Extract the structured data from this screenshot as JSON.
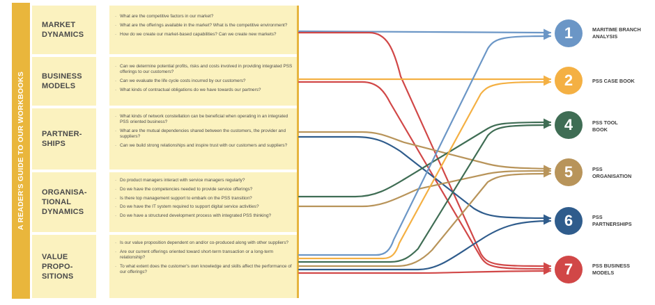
{
  "vertical_title": "A READER'S GUIDE TO OUR WORKBOOKS",
  "colors": {
    "band": "#e9b63c",
    "panel": "#fbf2bf",
    "wb1": "#6b96c6",
    "wb2": "#f4b043",
    "wb4": "#3f6d54",
    "wb5": "#b8945a",
    "wb6": "#2f5c8c",
    "wb7": "#d14747"
  },
  "sections": [
    {
      "label": "MARKET\nDYNAMICS",
      "questions": [
        "What are the competitive factors in our market?",
        "What are the offerings available in the market? What is the competitive environment?",
        "How do we create our market-based capabilities? Can we create new markets?"
      ]
    },
    {
      "label": "BUSINESS\nMODELS",
      "questions": [
        "Can we determine potential profits, risks and costs involved in providing integrated PSS offerings to our customers?",
        "Can we evaluate the life cycle costs incurred by our customers?",
        "What kinds of contractual obligations do we have towards our partners?"
      ]
    },
    {
      "label": "PARTNER-\nSHIPS",
      "questions": [
        "What kinds of network constellation can be beneficial when operating in an integrated PSS oriented business?",
        "What are the mutual dependencies shared between the customers, the provider and suppliers?",
        "Can we build strong relationships and inspire trust with our customers and suppliers?"
      ]
    },
    {
      "label": "ORGANISA-\nTIONAL\nDYNAMICS",
      "questions": [
        "Do product managers interact with service managers regularly?",
        "Do we have the competencies needed to provide service offerings?",
        "Is there top management support to embark on the PSS transition?",
        "Do we have the IT system required to support digital service activities?",
        "Do we have a structured development process with integrated PSS thinking?"
      ]
    },
    {
      "label": "VALUE\nPROPO-\nSITIONS",
      "questions": [
        "Is our value proposition dependent on and/or co-produced along with other suppliers?",
        "Are our current offerings oriented toward short-term transaction or a long-term relationship?",
        "To what extent does the customer's own knowledge and skills affect the performance of our offerings?"
      ]
    }
  ],
  "workbooks": [
    {
      "number": "1",
      "label": "MARITIME BRANCH\nANALYSIS",
      "color": "#6b96c6"
    },
    {
      "number": "2",
      "label": "PSS CASE BOOK",
      "color": "#f4b043"
    },
    {
      "number": "4",
      "label": "PSS TOOL\nBOOK",
      "color": "#3f6d54"
    },
    {
      "number": "5",
      "label": "PSS\nORGANISATION",
      "color": "#b8945a"
    },
    {
      "number": "6",
      "label": "PSS\nPARTNERSHIPS",
      "color": "#2f5c8c"
    },
    {
      "number": "7",
      "label": "PSS BUSINESS\nMODELS",
      "color": "#d14747"
    }
  ],
  "connections": [
    {
      "section": "MARKET DYNAMICS",
      "workbook": "1"
    },
    {
      "section": "MARKET DYNAMICS",
      "workbook": "7"
    },
    {
      "section": "BUSINESS MODELS",
      "workbook": "2"
    },
    {
      "section": "BUSINESS MODELS",
      "workbook": "7"
    },
    {
      "section": "PARTNERSHIPS",
      "workbook": "5"
    },
    {
      "section": "PARTNERSHIPS",
      "workbook": "6"
    },
    {
      "section": "ORGANISATIONAL DYNAMICS",
      "workbook": "4"
    },
    {
      "section": "ORGANISATIONAL DYNAMICS",
      "workbook": "5"
    },
    {
      "section": "VALUE PROPOSITIONS",
      "workbook": "1"
    },
    {
      "section": "VALUE PROPOSITIONS",
      "workbook": "2"
    },
    {
      "section": "VALUE PROPOSITIONS",
      "workbook": "4"
    },
    {
      "section": "VALUE PROPOSITIONS",
      "workbook": "5"
    },
    {
      "section": "VALUE PROPOSITIONS",
      "workbook": "6"
    },
    {
      "section": "VALUE PROPOSITIONS",
      "workbook": "7"
    }
  ]
}
